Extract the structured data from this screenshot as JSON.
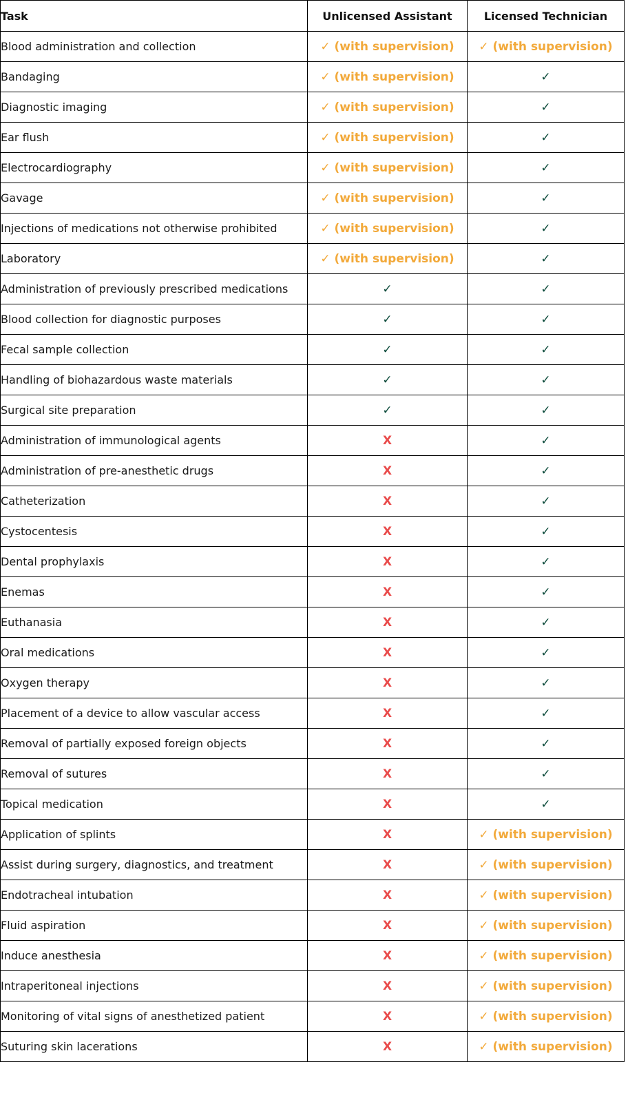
{
  "colors": {
    "check": "#0b4a3a",
    "cross": "#e94b4b",
    "supervised": "#f2a93a",
    "border": "#000000"
  },
  "status_labels": {
    "yes": "✓",
    "no": "X",
    "supervised": "✓ (with supervision)"
  },
  "headers": {
    "task": "Task",
    "unlicensed": "Unlicensed Assistant",
    "licensed": "Licensed Technician"
  },
  "rows": [
    {
      "task": "Blood administration and collection",
      "unlicensed": "supervised",
      "licensed": "supervised"
    },
    {
      "task": "Bandaging",
      "unlicensed": "supervised",
      "licensed": "yes"
    },
    {
      "task": "Diagnostic imaging",
      "unlicensed": "supervised",
      "licensed": "yes"
    },
    {
      "task": "Ear flush",
      "unlicensed": "supervised",
      "licensed": "yes"
    },
    {
      "task": "Electrocardiography",
      "unlicensed": "supervised",
      "licensed": "yes"
    },
    {
      "task": "Gavage",
      "unlicensed": "supervised",
      "licensed": "yes"
    },
    {
      "task": "Injections of medications not otherwise prohibited",
      "unlicensed": "supervised",
      "licensed": "yes"
    },
    {
      "task": "Laboratory",
      "unlicensed": "supervised",
      "licensed": "yes"
    },
    {
      "task": "Administration of previously prescribed medications",
      "unlicensed": "yes",
      "licensed": "yes"
    },
    {
      "task": "Blood collection for diagnostic purposes",
      "unlicensed": "yes",
      "licensed": "yes"
    },
    {
      "task": "Fecal sample collection",
      "unlicensed": "yes",
      "licensed": "yes"
    },
    {
      "task": "Handling of biohazardous waste materials",
      "unlicensed": "yes",
      "licensed": "yes"
    },
    {
      "task": "Surgical site preparation",
      "unlicensed": "yes",
      "licensed": "yes"
    },
    {
      "task": "Administration of immunological agents",
      "unlicensed": "no",
      "licensed": "yes"
    },
    {
      "task": "Administration of pre-anesthetic drugs",
      "unlicensed": "no",
      "licensed": "yes"
    },
    {
      "task": "Catheterization",
      "unlicensed": "no",
      "licensed": "yes"
    },
    {
      "task": "Cystocentesis",
      "unlicensed": "no",
      "licensed": "yes"
    },
    {
      "task": "Dental prophylaxis",
      "unlicensed": "no",
      "licensed": "yes"
    },
    {
      "task": "Enemas",
      "unlicensed": "no",
      "licensed": "yes"
    },
    {
      "task": "Euthanasia",
      "unlicensed": "no",
      "licensed": "yes"
    },
    {
      "task": "Oral medications",
      "unlicensed": "no",
      "licensed": "yes"
    },
    {
      "task": "Oxygen therapy",
      "unlicensed": "no",
      "licensed": "yes"
    },
    {
      "task": "Placement of a device to allow vascular access",
      "unlicensed": "no",
      "licensed": "yes"
    },
    {
      "task": "Removal of partially exposed foreign objects",
      "unlicensed": "no",
      "licensed": "yes"
    },
    {
      "task": "Removal of sutures",
      "unlicensed": "no",
      "licensed": "yes"
    },
    {
      "task": "Topical medication",
      "unlicensed": "no",
      "licensed": "yes"
    },
    {
      "task": "Application of splints",
      "unlicensed": "no",
      "licensed": "supervised"
    },
    {
      "task": "Assist during surgery, diagnostics, and treatment",
      "unlicensed": "no",
      "licensed": "supervised"
    },
    {
      "task": "Endotracheal intubation",
      "unlicensed": "no",
      "licensed": "supervised"
    },
    {
      "task": "Fluid aspiration",
      "unlicensed": "no",
      "licensed": "supervised"
    },
    {
      "task": "Induce anesthesia",
      "unlicensed": "no",
      "licensed": "supervised"
    },
    {
      "task": "Intraperitoneal injections",
      "unlicensed": "no",
      "licensed": "supervised"
    },
    {
      "task": "Monitoring of vital signs of anesthetized patient",
      "unlicensed": "no",
      "licensed": "supervised"
    },
    {
      "task": "Suturing skin lacerations",
      "unlicensed": "no",
      "licensed": "supervised"
    }
  ]
}
